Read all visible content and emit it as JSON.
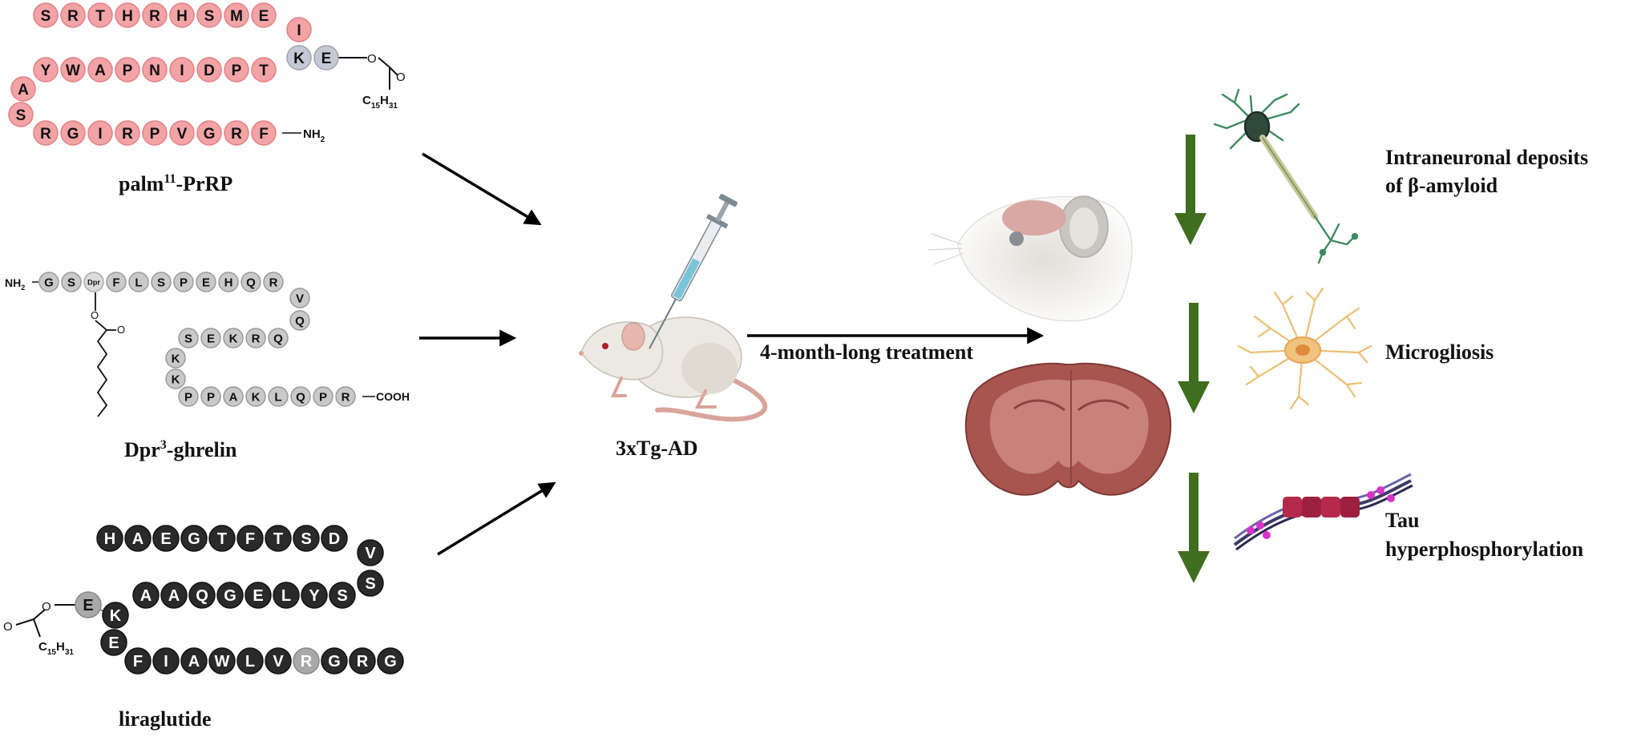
{
  "peptides": {
    "palm_prrp": {
      "label_main": "palm",
      "label_sup": "11",
      "label_tail": "-PrRP",
      "fill": "#f2a3a6",
      "stroke": "#e37f84",
      "alt_fill": "#c5c9d4",
      "alt_stroke": "#9da2ae",
      "row1": [
        "S",
        "R",
        "T",
        "H",
        "R",
        "H",
        "S",
        "M",
        "E"
      ],
      "turn1": [
        "I"
      ],
      "row2": [
        "Y",
        "W",
        "A",
        "P",
        "N",
        "I",
        "D",
        "P",
        "T"
      ],
      "branch": [
        "K",
        "E"
      ],
      "turn2": [
        "A",
        "S"
      ],
      "row3": [
        "R",
        "G",
        "I",
        "R",
        "P",
        "V",
        "G",
        "R",
        "F"
      ],
      "ester_o": "O",
      "carbonyl_o": "O",
      "acyl_c": "C",
      "acyl_c_sub": "15",
      "acyl_h": "H",
      "acyl_h_sub": "31",
      "amide": "NH",
      "amide_sub": "2"
    },
    "dpr_ghrelin": {
      "label_main": "Dpr",
      "label_sup": "3",
      "label_tail": "-ghrelin",
      "fill": "#c9c9c9",
      "stroke": "#9a9a9a",
      "nterm": "NH",
      "nterm_sub": "2",
      "row1": [
        "G",
        "S",
        "Dpr",
        "F",
        "L",
        "S",
        "P",
        "E",
        "H",
        "Q",
        "R"
      ],
      "turn1": [
        "V",
        "Q"
      ],
      "row2": [
        "S",
        "E",
        "K",
        "R",
        "Q"
      ],
      "turn2": [
        "K",
        "K"
      ],
      "row3": [
        "P",
        "P",
        "A",
        "K",
        "L",
        "Q",
        "P",
        "R"
      ],
      "cterm": "COOH",
      "ester_o": "O",
      "carbonyl_o": "O"
    },
    "liraglutide": {
      "label": "liraglutide",
      "fill": "#2a2a2a",
      "stroke": "#111111",
      "alt_fill": "#a9a9a9",
      "row1": [
        "H",
        "A",
        "E",
        "G",
        "T",
        "F",
        "T",
        "S",
        "D"
      ],
      "turn1": [
        "V",
        "S"
      ],
      "row2": [
        "A",
        "A",
        "Q",
        "G",
        "E",
        "L",
        "Y",
        "S"
      ],
      "turn2": [
        "K",
        "E"
      ],
      "branch_e": "E",
      "row3": [
        "F",
        "I",
        "A",
        "W",
        "L",
        "V",
        "R",
        "G",
        "R",
        "G"
      ],
      "ester_o": "O",
      "carbonyl_o": "O",
      "acyl_c": "C",
      "acyl_c_sub": "15",
      "acyl_h": "H",
      "acyl_h_sub": "31"
    }
  },
  "model_label": "3xTg-AD",
  "treatment_label": "4-month-long treatment",
  "outcomes": [
    {
      "line1": "Intraneuronal deposits",
      "line2": "of β-amyloid"
    },
    {
      "line1": "Microgliosis",
      "line2": ""
    },
    {
      "line1": "Tau",
      "line2": "hyperphosphorylation"
    }
  ],
  "colors": {
    "arrow_black": "#000000",
    "arrow_down": "#3f6e1f",
    "mouse_body": "#ece8e2",
    "mouse_shade": "#d6d0c6",
    "mouse_ear": "#e8b8b0",
    "mouse_tail": "#d9a49a",
    "brain_outer": "#a8544f",
    "brain_inner": "#c8827b",
    "neuron": "#3f8a5f",
    "microglia": "#e9bf73",
    "microglia_core": "#e08a3c",
    "tau_fibril": "#b52a4a",
    "tau_strand": "#3d3a66",
    "tau_phos": "#d733c9"
  }
}
